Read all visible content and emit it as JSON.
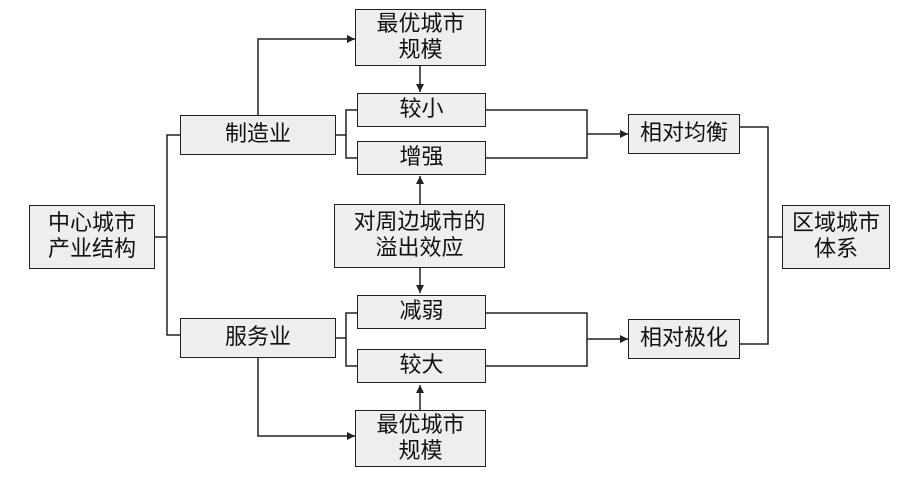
{
  "nodes": {
    "core_industry": {
      "lines": [
        "中心城市",
        "产业结构"
      ]
    },
    "manufacturing": {
      "lines": [
        "制造业"
      ]
    },
    "services": {
      "lines": [
        "服务业"
      ]
    },
    "optimal_top": {
      "lines": [
        "最优城市",
        "规模"
      ]
    },
    "optimal_bottom": {
      "lines": [
        "最优城市",
        "规模"
      ]
    },
    "smaller": {
      "lines": [
        "较小"
      ]
    },
    "stronger": {
      "lines": [
        "增强"
      ]
    },
    "spillover": {
      "lines": [
        "对周边城市的",
        "溢出效应"
      ]
    },
    "weaker": {
      "lines": [
        "减弱"
      ]
    },
    "larger": {
      "lines": [
        "较大"
      ]
    },
    "relative_balance": {
      "lines": [
        "相对均衡"
      ]
    },
    "relative_polarization": {
      "lines": [
        "相对极化"
      ]
    },
    "regional_system": {
      "lines": [
        "区域城市",
        "体系"
      ]
    }
  },
  "colors": {
    "box_fill": "#eeeeee",
    "border": "#222222",
    "line": "#222222",
    "text": "#111111"
  }
}
